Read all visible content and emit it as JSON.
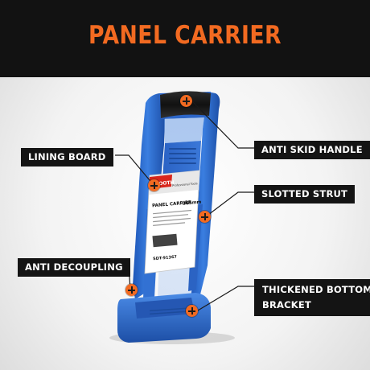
{
  "title": "PANEL CARRIER",
  "callouts": {
    "anti_skid_handle": "ANTI SKID HANDLE",
    "lining_board": "LINING BOARD",
    "slotted_strut": "SLOTTED STRUT",
    "anti_decoupling": "ANTI DECOUPLING",
    "thickened_bottom_bracket_line1": "THICKENED BOTTOM",
    "thickened_bottom_bracket_line2": "BRACKET"
  },
  "label_card": {
    "brand": "SMOOTH",
    "subtitle": "Professional Tools",
    "product_name": "PANEL CARRIER",
    "size": "365mm",
    "sku": "SDT-91367"
  },
  "colors": {
    "accent": "#f26a21",
    "header": "#121212",
    "carrier_blue": "#2f6fd2",
    "label_bg": "#141414"
  },
  "icons": [
    "plus-marker-icon"
  ]
}
